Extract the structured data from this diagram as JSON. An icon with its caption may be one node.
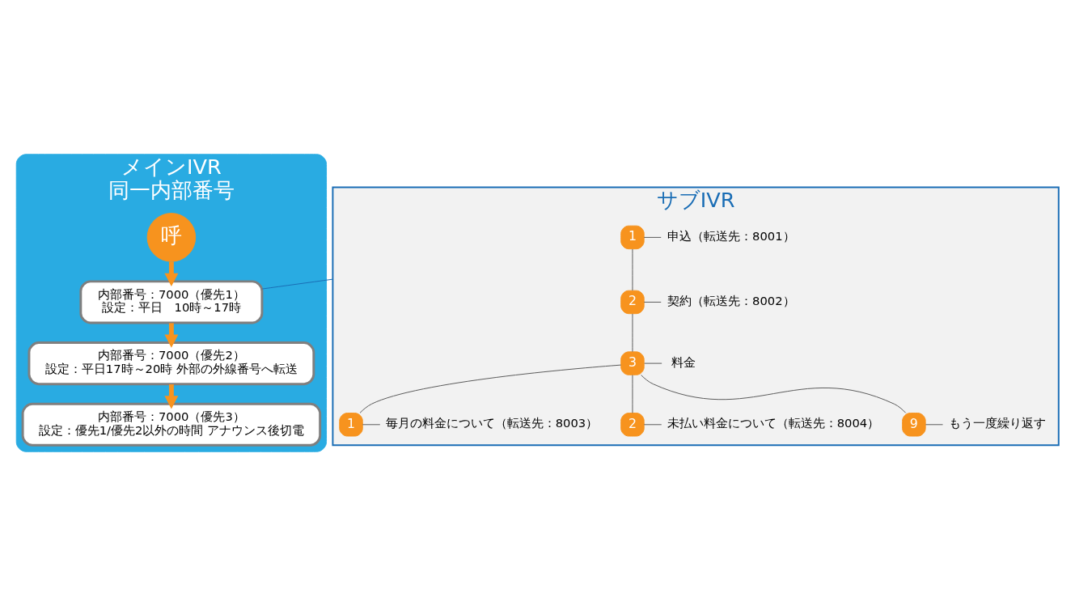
{
  "diagram": {
    "nodes": [
      {
        "text": [
          "メインIVR",
          "同一内部番号"
        ]
      },
      {
        "text": [
          "呼"
        ],
        "in": 0
      },
      {
        "text": [
          "内部番号：7000（優先1）",
          "設定：平日　10時～17時"
        ],
        "in": 0
      },
      {
        "text": [
          "内部番号：7000（優先2）",
          "設定：平日17時～20時 外部の外線番号へ転送"
        ],
        "in": 0
      },
      {
        "text": [
          "内部番号：7000（優先3）",
          "設定：優先1/優先2以外の時間 アナウンス後切電"
        ],
        "in": 0
      },
      {
        "text": [
          "サブIVR"
        ]
      },
      {
        "text": [
          "1"
        ],
        "in": 5
      },
      {
        "text": [
          "申込（転送先：8001）"
        ],
        "in": 5
      },
      {
        "text": [
          "2"
        ],
        "in": 5
      },
      {
        "text": [
          "契約（転送先：8002）"
        ],
        "in": 5
      },
      {
        "text": [
          "3"
        ],
        "in": 5
      },
      {
        "text": [
          "料金"
        ],
        "in": 5
      },
      {
        "text": [
          "1"
        ],
        "in": 5
      },
      {
        "text": [
          "毎月の料金について（転送先：8003）"
        ],
        "in": 5
      },
      {
        "text": [
          "2"
        ],
        "in": 5
      },
      {
        "text": [
          "未払い料金について（転送先：8004）"
        ],
        "in": 5
      },
      {
        "text": [
          "9"
        ],
        "in": 5
      },
      {
        "text": [
          "もう一度繰り返す"
        ],
        "in": 5
      }
    ],
    "edges": [
      {
        "from": 1,
        "to": 2,
        "arrow": "to",
        "style": "thick",
        "color": "#f7931e"
      },
      {
        "from": 2,
        "to": 3,
        "arrow": "to",
        "style": "thick",
        "color": "#f7931e"
      },
      {
        "from": 3,
        "to": 4,
        "arrow": "to",
        "style": "thick",
        "color": "#f7931e"
      },
      {
        "from": 2,
        "to": 5,
        "arrow": "none",
        "color": "#1a6db5"
      },
      {
        "from": 6,
        "to": 8,
        "arrow": "none"
      },
      {
        "from": 8,
        "to": 10,
        "arrow": "none"
      },
      {
        "from": 10,
        "to": 16,
        "arrow": "none"
      },
      {
        "from": 6,
        "to": 7,
        "arrow": "none"
      },
      {
        "from": 8,
        "to": 9,
        "arrow": "none"
      },
      {
        "from": 10,
        "to": 11,
        "arrow": "none"
      },
      {
        "from": 10,
        "to": 12,
        "arrow": "none"
      },
      {
        "from": 10,
        "to": 14,
        "arrow": "none"
      },
      {
        "from": 12,
        "to": 13,
        "arrow": "none"
      },
      {
        "from": 14,
        "to": 15,
        "arrow": "none"
      },
      {
        "from": 16,
        "to": 17,
        "arrow": "none"
      }
    ]
  }
}
